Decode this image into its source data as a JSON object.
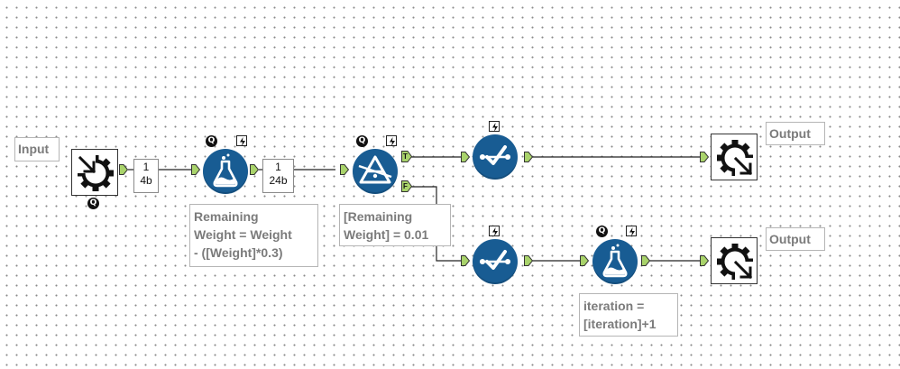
{
  "workflow": {
    "input_label": "Input",
    "output_label_top": "Output",
    "output_label_bottom": "Output",
    "formula1_annotation": [
      "Remaining",
      "Weight = Weight",
      "- ([Weight]*0.3)"
    ],
    "filter_annotation": [
      "[Remaining",
      "Weight] = 0.01"
    ],
    "formula2_annotation": [
      "iteration =",
      "[iteration]+1"
    ],
    "count_after_input": [
      "1",
      "4b"
    ],
    "count_after_formula": [
      "1",
      "24b"
    ],
    "filter_true_anchor": "T",
    "filter_false_anchor": "F",
    "quality_badge": "Q"
  },
  "colors": {
    "tool_blue": "#185c93",
    "anchor_green": "#a9d36b",
    "wire": "#222222",
    "label_text": "#7b7b7b"
  },
  "icons": {
    "input_tool": "macro-input-gear-icon",
    "output_tool": "macro-output-gear-icon",
    "formula_tool": "formula-flask-icon",
    "filter_tool": "filter-triangle-icon",
    "select_tool": "select-check-icon",
    "bolt_badge": "lightning-bolt-icon"
  }
}
